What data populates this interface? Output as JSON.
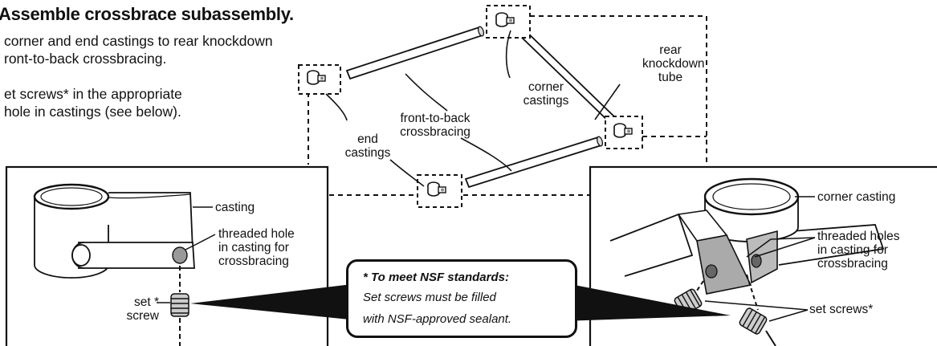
{
  "title": "Assemble crossbrace subassembly.",
  "instructions": [
    {
      "line1": "corner and end castings to rear knockdown",
      "line2": "ront-to-back crossbracing."
    },
    {
      "line1": "et screws* in the appropriate",
      "line2": "hole in castings (see below)."
    }
  ],
  "labels": {
    "rear_tube": [
      "rear",
      "knockdown",
      "tube"
    ],
    "corner_castings": [
      "corner",
      "castings"
    ],
    "front_to_back": [
      "front-to-back",
      "crossbracing"
    ],
    "end_castings": [
      "end",
      "castings"
    ]
  },
  "left_detail": {
    "casting": "casting",
    "threaded_hole": [
      "threaded hole",
      "in casting for",
      "crossbracing"
    ],
    "set_screw": [
      "set *",
      "screw"
    ]
  },
  "right_detail": {
    "corner_casting": "corner casting",
    "threaded_holes": [
      "threaded holes",
      "in casting for",
      "crossbracing"
    ],
    "set_screws": "set screws*"
  },
  "note": {
    "title": "* To meet NSF standards:",
    "line1": "Set screws must be filled",
    "line2": "with NSF-approved sealant."
  }
}
